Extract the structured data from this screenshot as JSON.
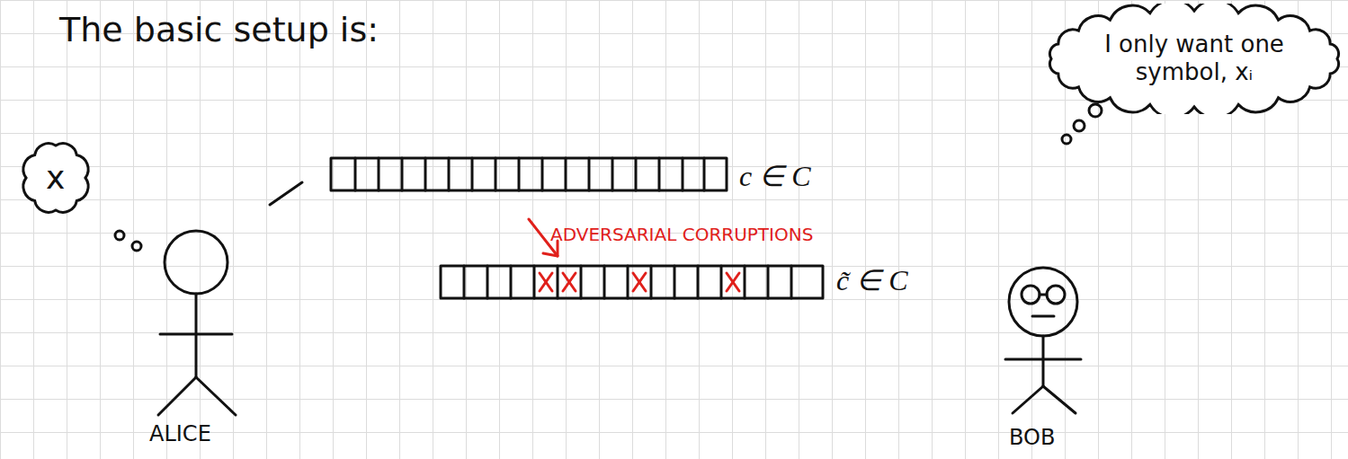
{
  "diagram": {
    "title": "The basic setup is:",
    "nodes": [
      {
        "text": [
          "x"
        ]
      },
      {
        "text": [
          "I only want one symbol, xᵢ"
        ]
      }
    ],
    "labels": [
      "ALICE",
      "c ∈ C",
      "ADVERSARIAL CORRUPTIONS",
      "c̃ ∈ C",
      "BOB"
    ]
  }
}
